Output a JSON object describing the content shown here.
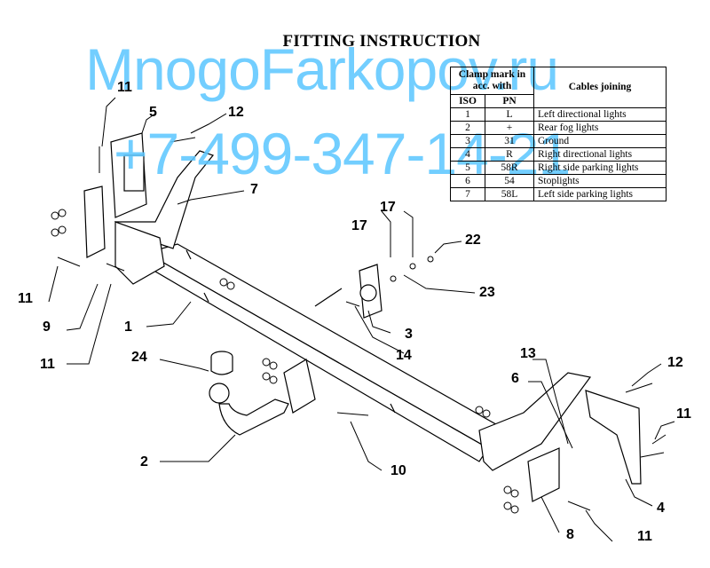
{
  "title": "FITTING INSTRUCTION",
  "watermark": {
    "line1": "MnogoFarkopov.ru",
    "line2": "+7-499-347-14-21",
    "color": "#5fc8ff"
  },
  "table": {
    "header_clamp": "Clamp mark in acc. with",
    "header_cables": "Cables joining",
    "header_iso": "ISO",
    "header_pn": "PN",
    "rows": [
      {
        "iso": "1",
        "pn": "L",
        "desc": "Left directional lights"
      },
      {
        "iso": "2",
        "pn": "+",
        "desc": "Rear fog lights"
      },
      {
        "iso": "3",
        "pn": "31",
        "desc": "Ground"
      },
      {
        "iso": "4",
        "pn": "R",
        "desc": "Right directional lights"
      },
      {
        "iso": "5",
        "pn": "58R",
        "desc": "Right side parking lights"
      },
      {
        "iso": "6",
        "pn": "54",
        "desc": "Stoplights"
      },
      {
        "iso": "7",
        "pn": "58L",
        "desc": "Left side parking lights"
      }
    ]
  },
  "labels": {
    "l1": "1",
    "l3": "3",
    "l4": "4",
    "l5": "5",
    "l6": "6",
    "l7": "7",
    "l8": "8",
    "l9": "9",
    "l10": "10",
    "l11a": "11",
    "l11b": "11",
    "l11c": "11",
    "l11d": "11",
    "l11e": "11",
    "l12a": "12",
    "l12b": "12",
    "l13": "13",
    "l14": "14",
    "l17a": "17",
    "l17b": "17",
    "l22": "22",
    "l23": "23",
    "l24": "24",
    "l2": "2"
  }
}
